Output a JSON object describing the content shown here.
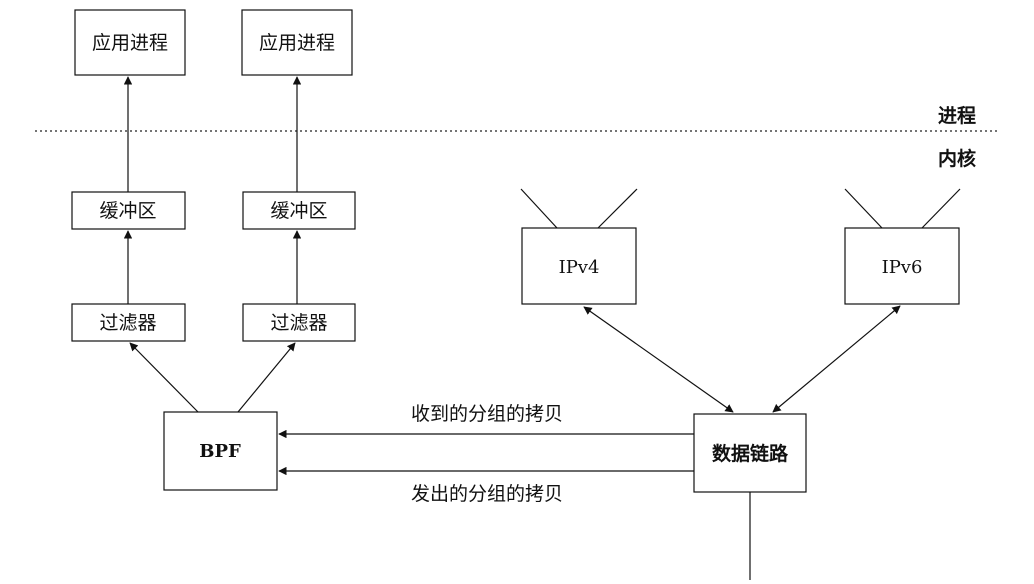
{
  "nodes": {
    "app_process_1": "应用进程",
    "app_process_2": "应用进程",
    "buffer_1": "缓冲区",
    "buffer_2": "缓冲区",
    "filter_1": "过滤器",
    "filter_2": "过滤器",
    "bpf": "BPF",
    "ipv4": "IPv4",
    "ipv6": "IPv6",
    "datalink": "数据链路"
  },
  "boundary": {
    "process_label": "进程",
    "kernel_label": "内核"
  },
  "edges": {
    "received_copy": "收到的分组的拷贝",
    "sent_copy": "发出的分组的拷贝"
  }
}
